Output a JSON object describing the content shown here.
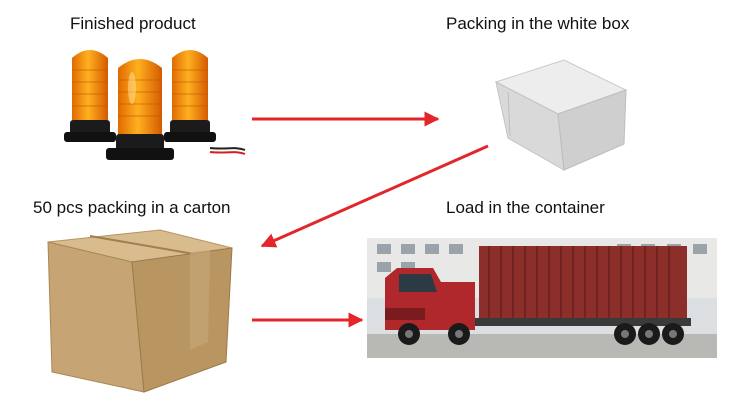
{
  "steps": [
    {
      "caption": "Finished product"
    },
    {
      "caption": "Packing in the white box"
    },
    {
      "caption": "50 pcs packing in a carton"
    },
    {
      "caption": "Load in the container"
    }
  ],
  "colors": {
    "arrow": "#e3262a",
    "beacon_amber": "#f08a10",
    "carton_kraft": "#c9a878",
    "container_red": "#8c2f2a"
  }
}
